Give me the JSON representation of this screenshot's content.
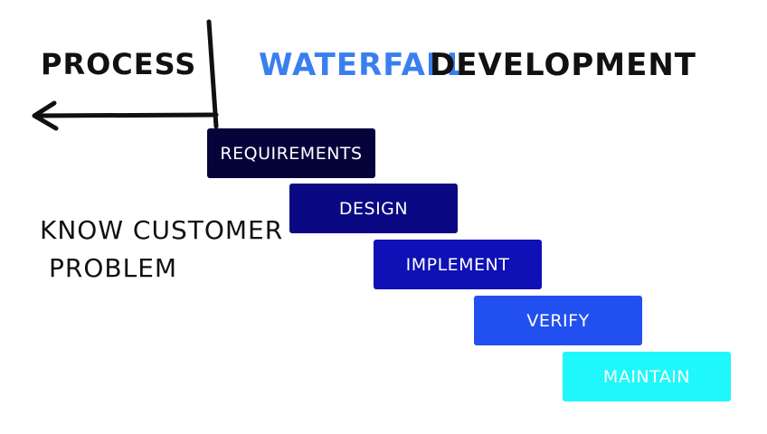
{
  "title": {
    "process": "Process",
    "waterfall": "Waterfall",
    "development": "Development"
  },
  "note": {
    "line1": "Know customer",
    "line2": "problem"
  },
  "phases": [
    {
      "label": "Requirements",
      "color": "#06033a"
    },
    {
      "label": "Design",
      "color": "#0a0882"
    },
    {
      "label": "Implement",
      "color": "#0f10b5"
    },
    {
      "label": "Verify",
      "color": "#2250f0"
    },
    {
      "label": "Maintain",
      "color": "#1ef8fb"
    }
  ],
  "colors": {
    "accent": "#3a7ff0",
    "ink": "#111111"
  }
}
